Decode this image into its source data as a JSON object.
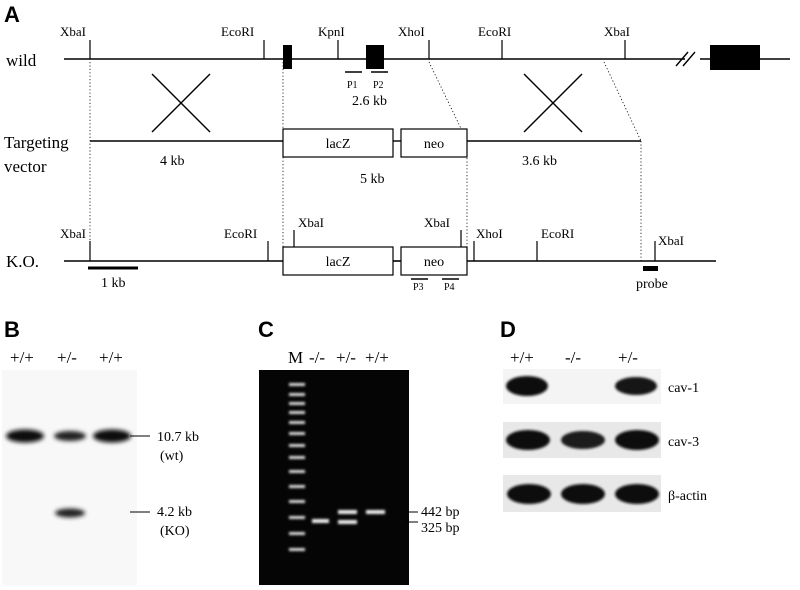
{
  "panels": {
    "a": "A",
    "b": "B",
    "c": "C",
    "d": "D"
  },
  "map": {
    "rows": {
      "wild": "wild",
      "targeting_1": "Targeting",
      "targeting_2": "vector",
      "ko": "K.O."
    },
    "wild_sites": [
      "XbaI",
      "EcoRI",
      "KpnI",
      "XhoI",
      "EcoRI",
      "XbaI"
    ],
    "wild_primers": [
      "P1",
      "P2"
    ],
    "wild_fragment": "2.6 kb",
    "vector_lengths": {
      "left_arm": "4 kb",
      "right_arm": "3.6 kb",
      "cassette": "5 kb"
    },
    "boxes": {
      "vector_lacz": "lacZ",
      "vector_neo": "neo",
      "ko_lacz": "lacZ",
      "ko_neo": "neo"
    },
    "ko_sites": [
      "XbaI",
      "EcoRI",
      "XbaI",
      "XbaI",
      "XhoI",
      "EcoRI",
      "XbaI"
    ],
    "ko_primers": [
      "P3",
      "P4"
    ],
    "scale_bar": "1 kb",
    "probe": "probe"
  },
  "panel_b": {
    "genotypes": [
      "+/+",
      "+/-",
      "+/+"
    ],
    "bands": [
      "10.7 kb",
      "(wt)",
      "4.2 kb",
      "(KO)"
    ]
  },
  "panel_c": {
    "lanes": [
      "M",
      "-/-",
      "+/-",
      "+/+"
    ],
    "bands": [
      "442 bp",
      "325 bp"
    ]
  },
  "panel_d": {
    "genotypes": [
      "+/+",
      "-/-",
      "+/-"
    ],
    "proteins": [
      "cav-1",
      "cav-3",
      "β-actin"
    ]
  }
}
